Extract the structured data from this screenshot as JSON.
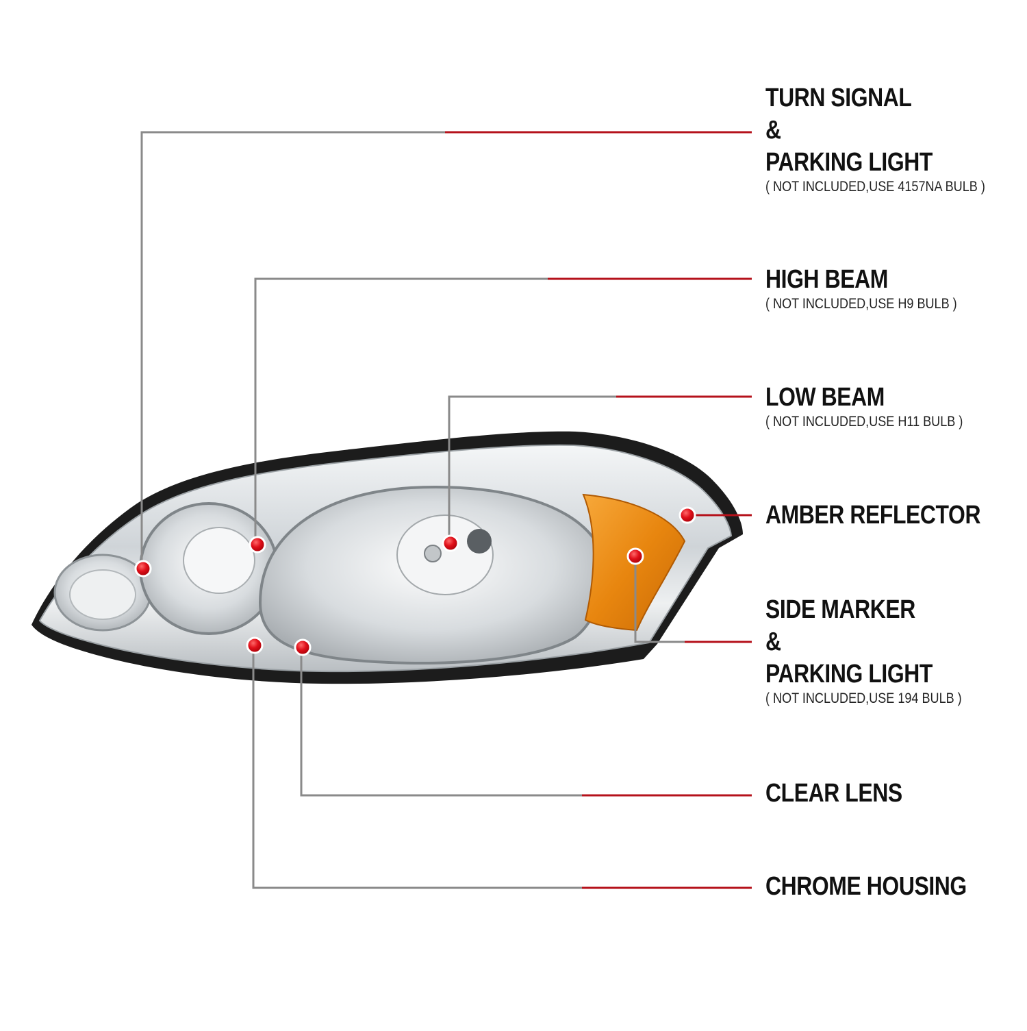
{
  "colors": {
    "leader_gray": "#8a8a8a",
    "leader_red": "#b5121b",
    "dot": "#e0101a",
    "amber": "#e8860f",
    "chrome": "#d9dde0",
    "housing_edge": "#1c1c1c"
  },
  "image": {
    "subject": "chrome-housing-headlight-with-amber-reflector"
  },
  "callouts": [
    {
      "id": "turn-signal",
      "lines": [
        "TURN SIGNAL",
        "&",
        "PARKING LIGHT"
      ],
      "note": "( NOT INCLUDED,USE  4157NA  BULB )"
    },
    {
      "id": "high-beam",
      "lines": [
        "HIGH BEAM"
      ],
      "note": "( NOT INCLUDED,USE  H9  BULB )"
    },
    {
      "id": "low-beam",
      "lines": [
        "LOW BEAM"
      ],
      "note": "( NOT INCLUDED,USE  H11  BULB )"
    },
    {
      "id": "amber-reflector",
      "lines": [
        "AMBER REFLECTOR"
      ],
      "note": ""
    },
    {
      "id": "side-marker",
      "lines": [
        "SIDE MARKER",
        "&",
        "PARKING LIGHT"
      ],
      "note": "( NOT INCLUDED,USE  194  BULB )"
    },
    {
      "id": "clear-lens",
      "lines": [
        "CLEAR LENS"
      ],
      "note": ""
    },
    {
      "id": "chrome-housing",
      "lines": [
        "CHROME HOUSING"
      ],
      "note": ""
    }
  ]
}
